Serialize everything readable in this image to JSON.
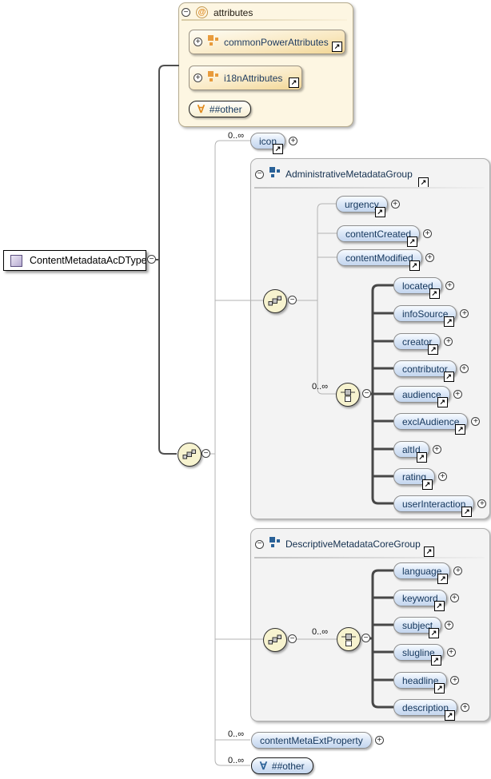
{
  "icons": {
    "collapse": "−",
    "expand": "+",
    "link_arrow": "↗",
    "at": "@",
    "forall": "∀"
  },
  "root": {
    "label": "ContentMetadataAcDType"
  },
  "attributes_box": {
    "title": "attributes",
    "items": [
      {
        "label": "commonPowerAttributes"
      },
      {
        "label": "i18nAttributes"
      }
    ],
    "wildcard": {
      "label": "##other"
    }
  },
  "content": {
    "icon_element": {
      "label": "icon",
      "occurs": "0..∞"
    },
    "admin_group": {
      "title": "AdministrativeMetadataGroup",
      "sequence_elements": [
        {
          "label": "urgency"
        },
        {
          "label": "contentCreated"
        },
        {
          "label": "contentModified"
        }
      ],
      "choice": {
        "occurs": "0..∞",
        "elements": [
          {
            "label": "located"
          },
          {
            "label": "infoSource"
          },
          {
            "label": "creator"
          },
          {
            "label": "contributor"
          },
          {
            "label": "audience"
          },
          {
            "label": "exclAudience"
          },
          {
            "label": "altId"
          },
          {
            "label": "rating"
          },
          {
            "label": "userInteraction"
          }
        ]
      }
    },
    "descriptive_group": {
      "title": "DescriptiveMetadataCoreGroup",
      "choice": {
        "occurs": "0..∞",
        "elements": [
          {
            "label": "language"
          },
          {
            "label": "keyword"
          },
          {
            "label": "subject"
          },
          {
            "label": "slugline"
          },
          {
            "label": "headline"
          },
          {
            "label": "description"
          }
        ]
      }
    },
    "content_meta_ext_property": {
      "label": "contentMetaExtProperty",
      "occurs": "0..∞"
    },
    "wildcard": {
      "label": "##other",
      "occurs": "0..∞"
    }
  },
  "colors": {
    "accent_orange": "#E89B3C",
    "accent_blue": "#2A6197",
    "pill_fill": "#C8D8F0",
    "pill_text": "#14365C",
    "group_fill": "#F3F3F3",
    "attributes_fill": "#FDF6E2",
    "compositor_fill": "#F7F3CF",
    "wire_thin": "#B3B3B3",
    "wire_thick": "#474747"
  }
}
